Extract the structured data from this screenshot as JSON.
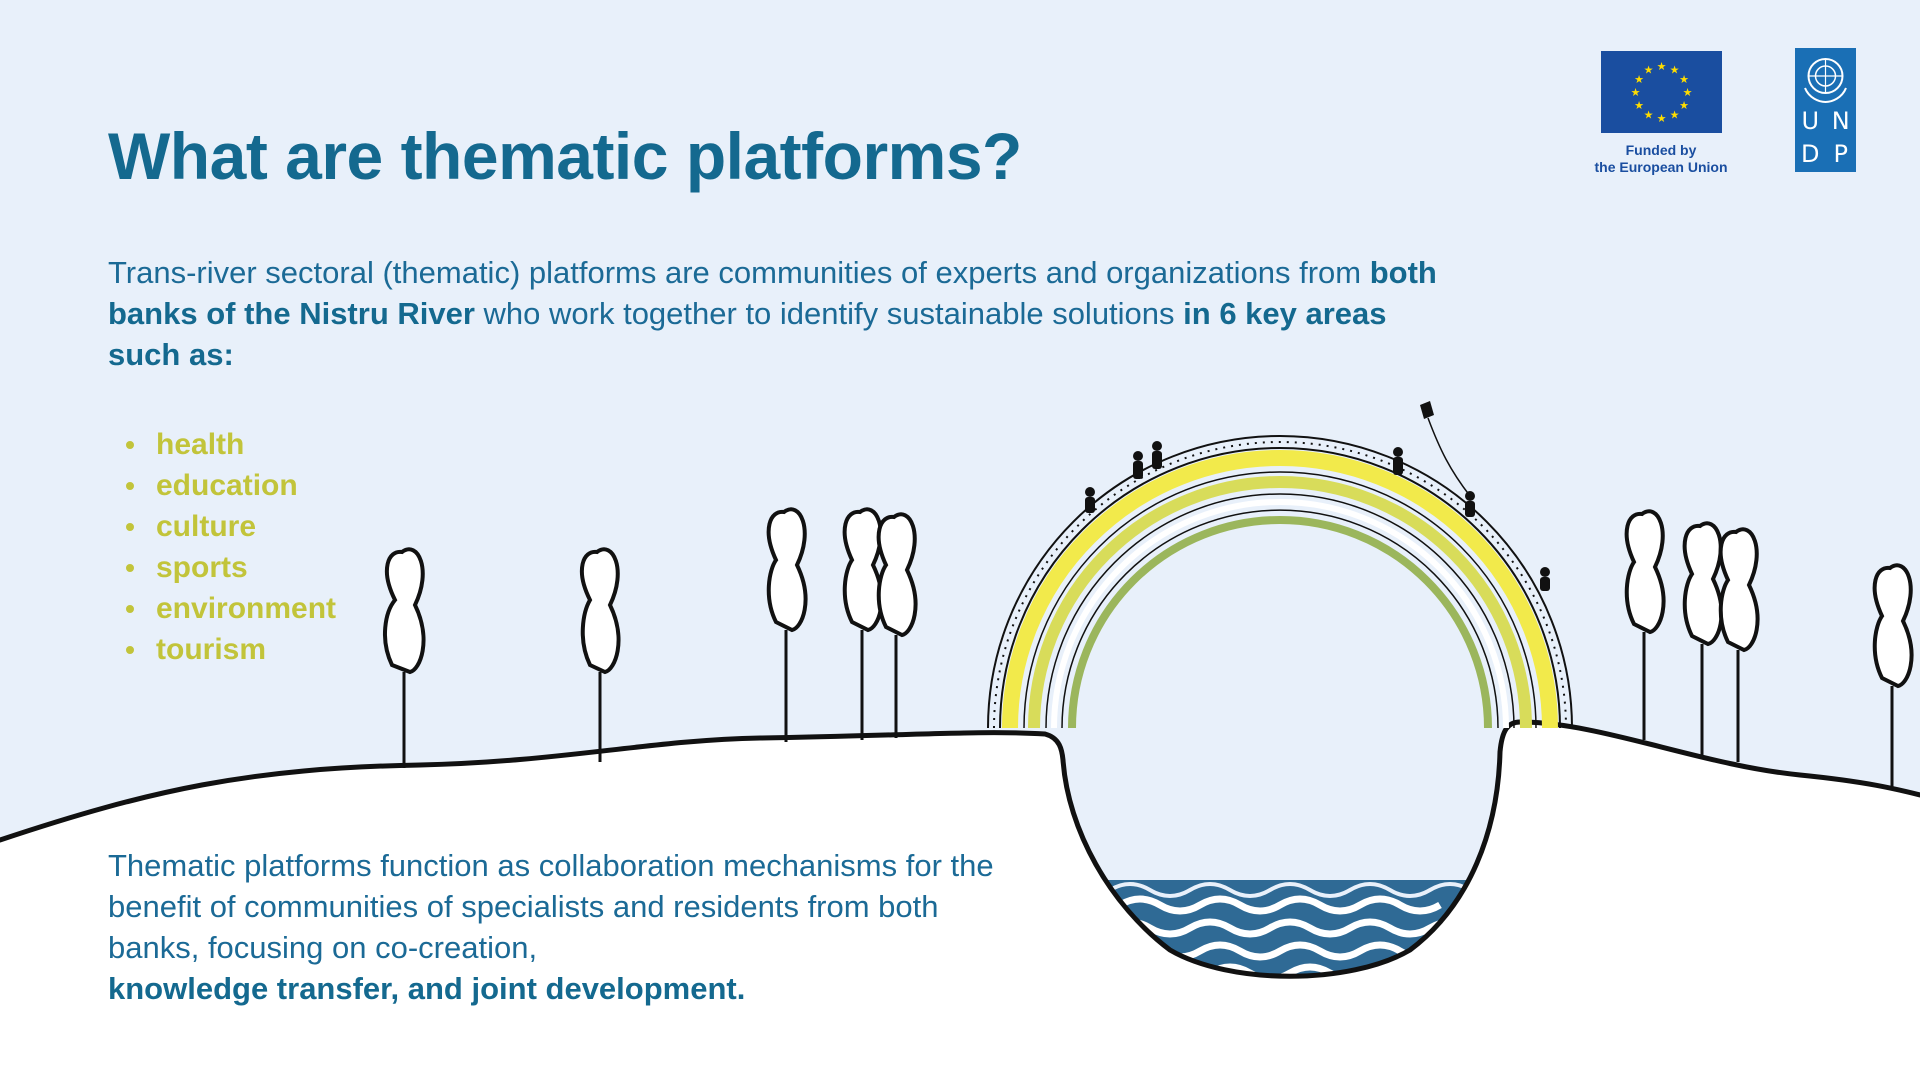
{
  "title": "What are thematic platforms?",
  "intro": {
    "part1": "Trans-river sectoral (thematic) platforms are communities of experts and organizations from ",
    "bold1": "both banks of the Nistru River",
    "part2": " who work together to identify sustainable solutions ",
    "bold2": "in 6 key areas such as:"
  },
  "key_areas": [
    "health",
    "education",
    "culture",
    "sports",
    "environment",
    "tourism"
  ],
  "closing": {
    "text": "Thematic platforms function as collaboration mechanisms for the benefit of communities of specialists and residents from both banks, focusing on co-creation,",
    "bold": "knowledge transfer, and joint development."
  },
  "logos": {
    "eu_caption_line1": "Funded by",
    "eu_caption_line2": "the European Union",
    "undp_letters": [
      "U",
      "N",
      "D",
      "P"
    ]
  },
  "illustration": {
    "description_icons": [
      "tree-icon",
      "bridge-icon",
      "river-waves-icon",
      "person-icon",
      "kite-icon"
    ]
  },
  "colors": {
    "background": "#e8f0fa",
    "heading": "#14698f",
    "body_text": "#1b6a96",
    "accent_list": "#c2c43a",
    "eu_blue": "#1a4ea0",
    "eu_star": "#ffdd00",
    "undp_blue": "#1a6fb5",
    "river_blue": "#2f6a95",
    "bridge_yellow": "#f2ea4b",
    "bridge_green": "#9bb65c"
  }
}
